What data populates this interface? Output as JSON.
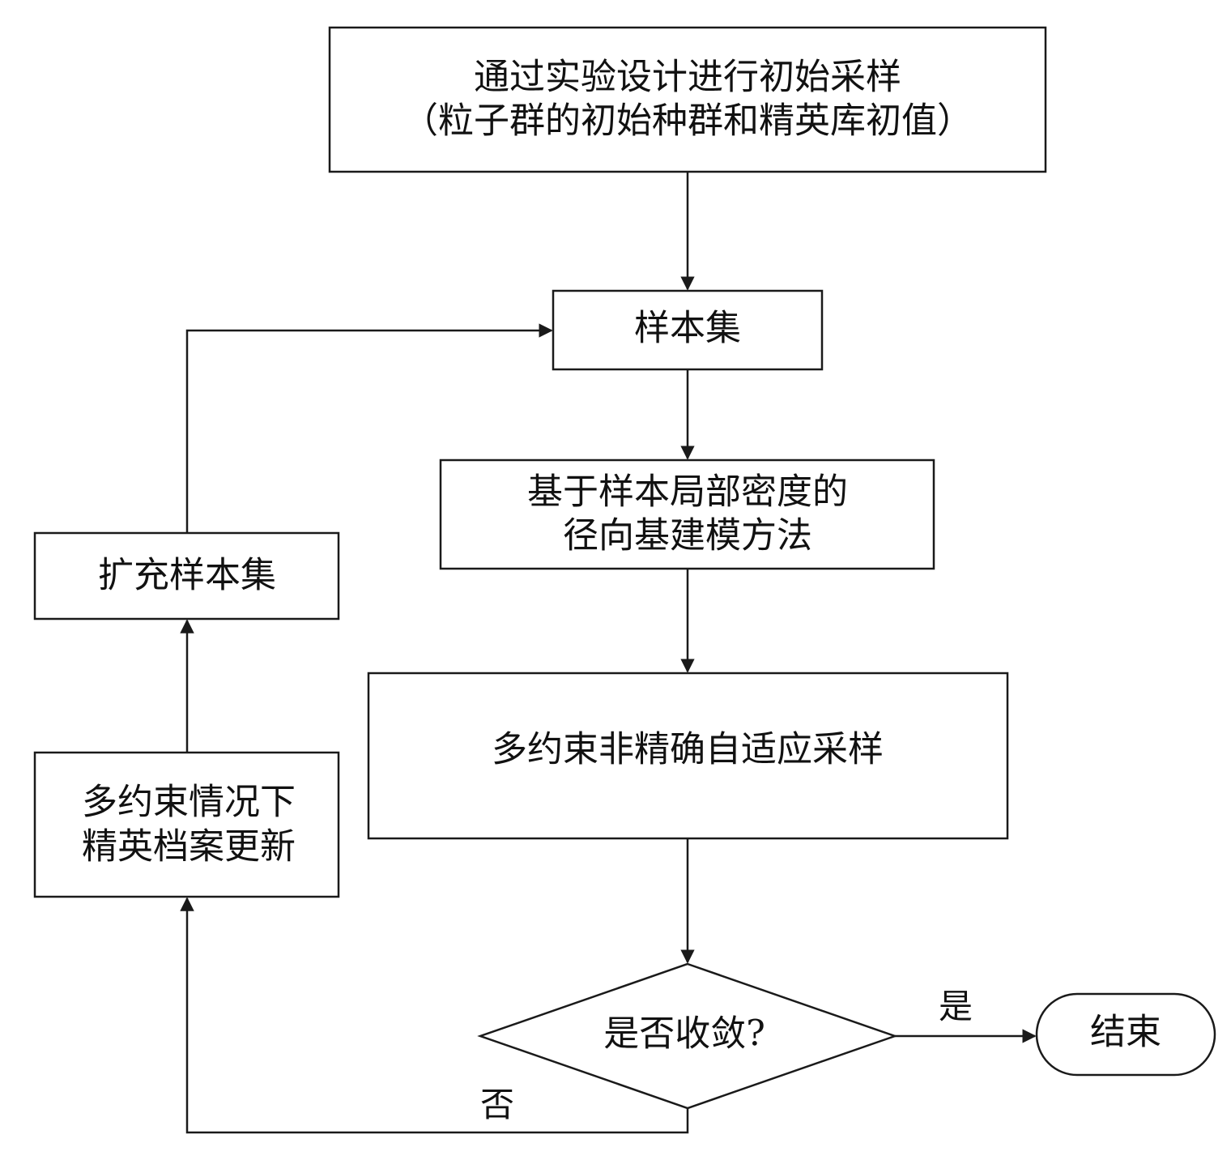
{
  "diagram": {
    "type": "flowchart",
    "nodes": {
      "initial_sampling": {
        "shape": "rectangle",
        "lines": [
          "通过实验设计进行初始采样",
          "（粒子群的初始种群和精英库初值）"
        ]
      },
      "sample_set": {
        "shape": "rectangle",
        "lines": [
          "样本集"
        ]
      },
      "rbf_modeling": {
        "shape": "rectangle",
        "lines": [
          "基于样本局部密度的",
          "径向基建模方法"
        ]
      },
      "adaptive_sampling": {
        "shape": "rectangle",
        "lines": [
          "多约束非精确自适应采样"
        ]
      },
      "converged": {
        "shape": "diamond",
        "lines": [
          "是否收敛?"
        ]
      },
      "end": {
        "shape": "terminator",
        "lines": [
          "结束"
        ]
      },
      "elite_update": {
        "shape": "rectangle",
        "lines": [
          "多约束情况下",
          "精英档案更新"
        ]
      },
      "expand_samples": {
        "shape": "rectangle",
        "lines": [
          "扩充样本集"
        ]
      }
    },
    "edges": [
      {
        "from": "initial_sampling",
        "to": "sample_set",
        "label": ""
      },
      {
        "from": "sample_set",
        "to": "rbf_modeling",
        "label": ""
      },
      {
        "from": "rbf_modeling",
        "to": "adaptive_sampling",
        "label": ""
      },
      {
        "from": "adaptive_sampling",
        "to": "converged",
        "label": ""
      },
      {
        "from": "converged",
        "to": "end",
        "label": "是"
      },
      {
        "from": "converged",
        "to": "elite_update",
        "label": "否"
      },
      {
        "from": "elite_update",
        "to": "expand_samples",
        "label": ""
      },
      {
        "from": "expand_samples",
        "to": "sample_set",
        "label": ""
      }
    ],
    "edge_labels": {
      "yes": "是",
      "no": "否"
    }
  }
}
